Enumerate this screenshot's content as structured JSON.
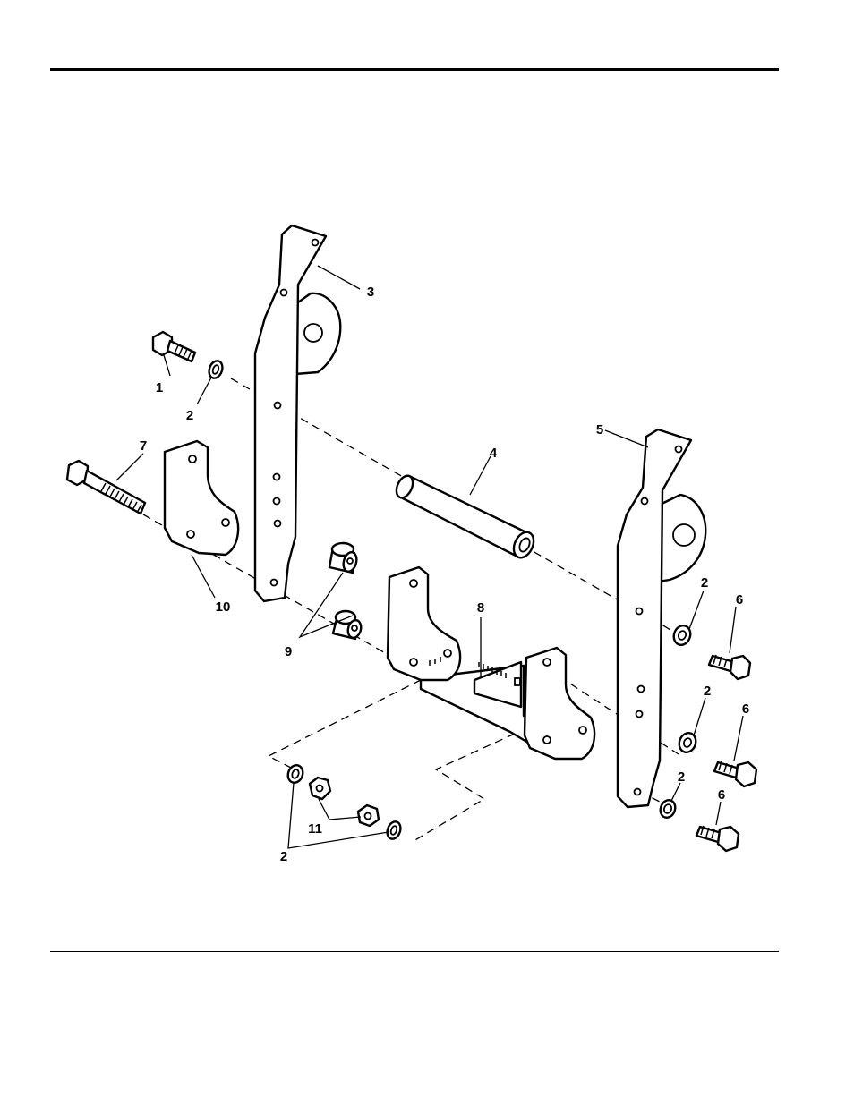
{
  "callouts": {
    "c1": "1",
    "c2a": "2",
    "c2b": "2",
    "c2c": "2",
    "c2d": "2",
    "c2e": "2",
    "c3": "3",
    "c4": "4",
    "c5": "5",
    "c6a": "6",
    "c6b": "6",
    "c6c": "6",
    "c7": "7",
    "c8": "8",
    "c9": "9",
    "c10": "10",
    "c11": "11"
  }
}
